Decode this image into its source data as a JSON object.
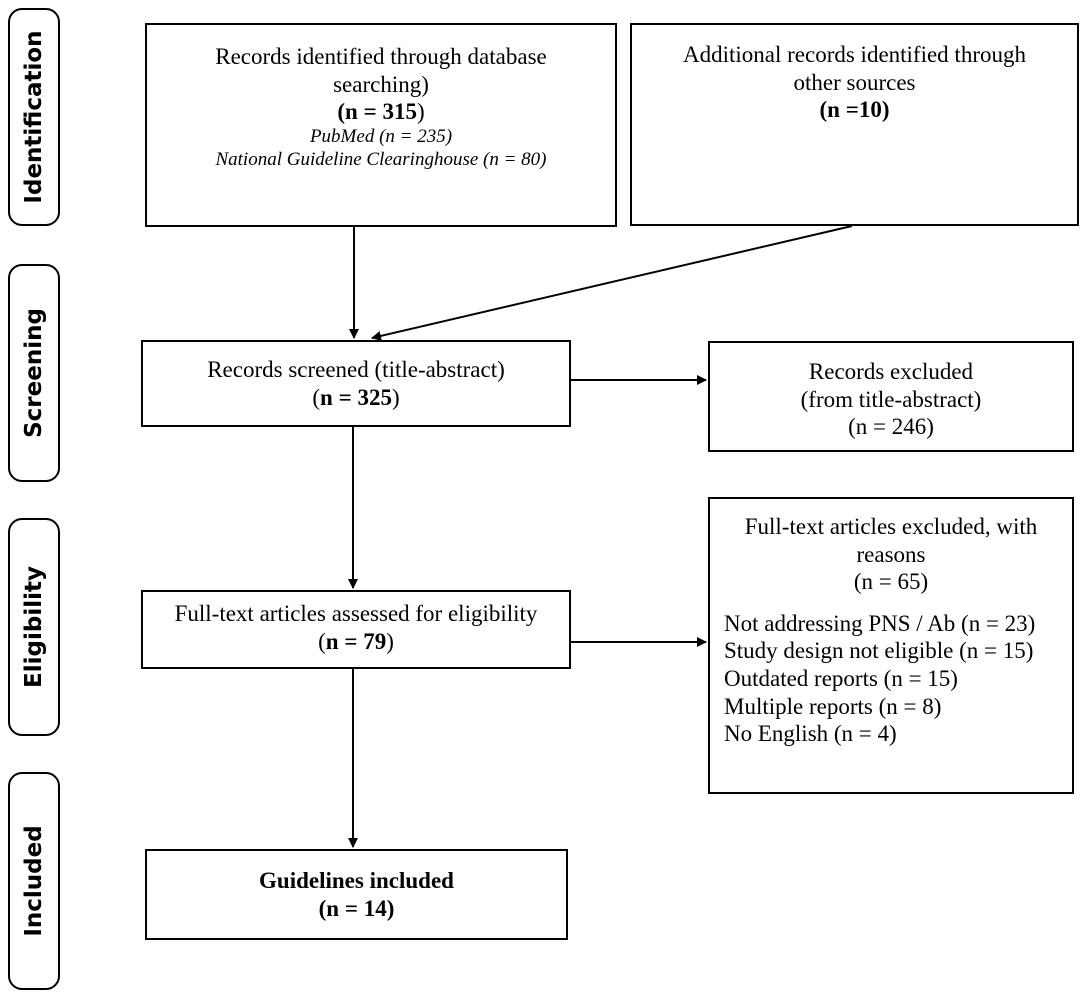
{
  "phases": {
    "identification": "Identification",
    "screening": "Screening",
    "eligibility": "Eligibility",
    "included": "Included"
  },
  "boxes": {
    "database": {
      "line1": "Records identified through database",
      "line2": "searching)",
      "count_open": "(",
      "count": "n = 315",
      "count_close": ")",
      "pubmed": "PubMed (n = 235)",
      "ngc": "National Guideline Clearinghouse (n = 80)"
    },
    "other": {
      "line1": "Additional records identified through",
      "line2": "other sources",
      "count_open": "(",
      "count": "n =10",
      "count_close": ")"
    },
    "screened": {
      "line1": "Records screened (title-abstract)",
      "count_open": "(",
      "count": "n = 325",
      "count_close": ")"
    },
    "excluded": {
      "line1": "Records excluded",
      "line2": "(from title-abstract)",
      "line3": "(n = 246)"
    },
    "fulltext": {
      "line1": "Full-text articles assessed for eligibility",
      "count_open": "(",
      "count": "n = 79",
      "count_close": ")"
    },
    "fulltext_excluded": {
      "line1": "Full-text articles excluded, with",
      "line2": "reasons",
      "line3": "(n = 65)",
      "reasons": [
        "Not addressing PNS / Ab (n = 23)",
        "Study design not eligible (n = 15)",
        "Outdated reports (n = 15)",
        "Multiple reports (n = 8)",
        "No English (n = 4)"
      ]
    },
    "included": {
      "line1": "Guidelines included",
      "line2": "(n = 14)"
    }
  }
}
